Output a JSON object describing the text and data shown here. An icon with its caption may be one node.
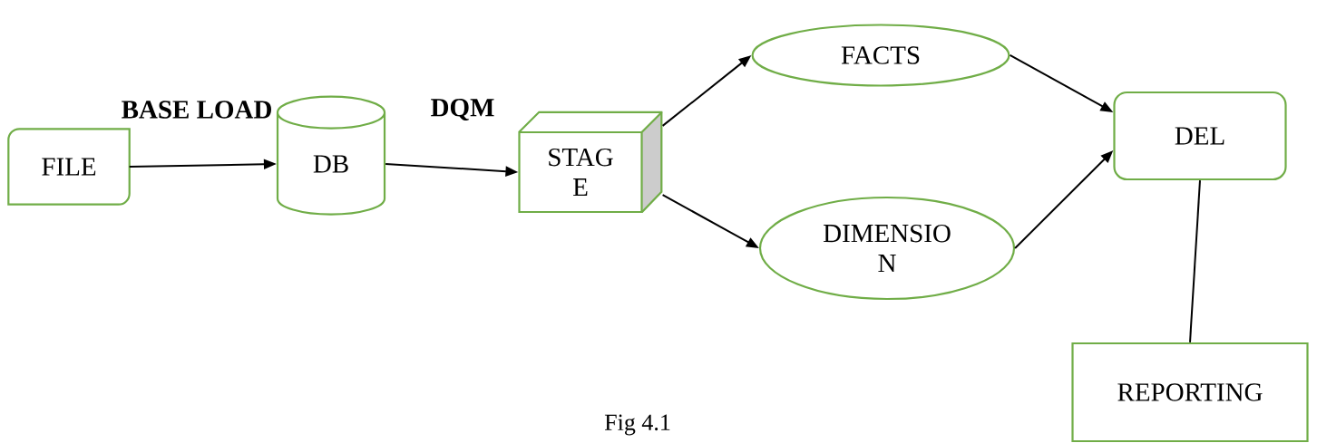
{
  "diagram": {
    "caption": "Fig 4.1",
    "nodes": [
      {
        "text": [
          "FILE"
        ]
      },
      {
        "text": [
          "DB"
        ]
      },
      {
        "text": [
          "STAG E"
        ]
      },
      {
        "text": [
          "FACTS"
        ]
      },
      {
        "text": [
          "DIMENSIO N"
        ]
      },
      {
        "text": [
          "DEL"
        ]
      },
      {
        "text": [
          "REPORTING"
        ]
      }
    ],
    "edges": [
      {
        "from": 0,
        "to": 1,
        "arrow": "to",
        "label": "BASE LOAD"
      },
      {
        "from": 1,
        "to": 2,
        "arrow": "to",
        "label": "DQM"
      },
      {
        "from": 2,
        "to": 3,
        "arrow": "to"
      },
      {
        "from": 2,
        "to": 4,
        "arrow": "to"
      },
      {
        "from": 3,
        "to": 5,
        "arrow": "to"
      },
      {
        "from": 4,
        "to": 5,
        "arrow": "to"
      },
      {
        "from": 5,
        "to": 6,
        "arrow": "none"
      }
    ]
  }
}
